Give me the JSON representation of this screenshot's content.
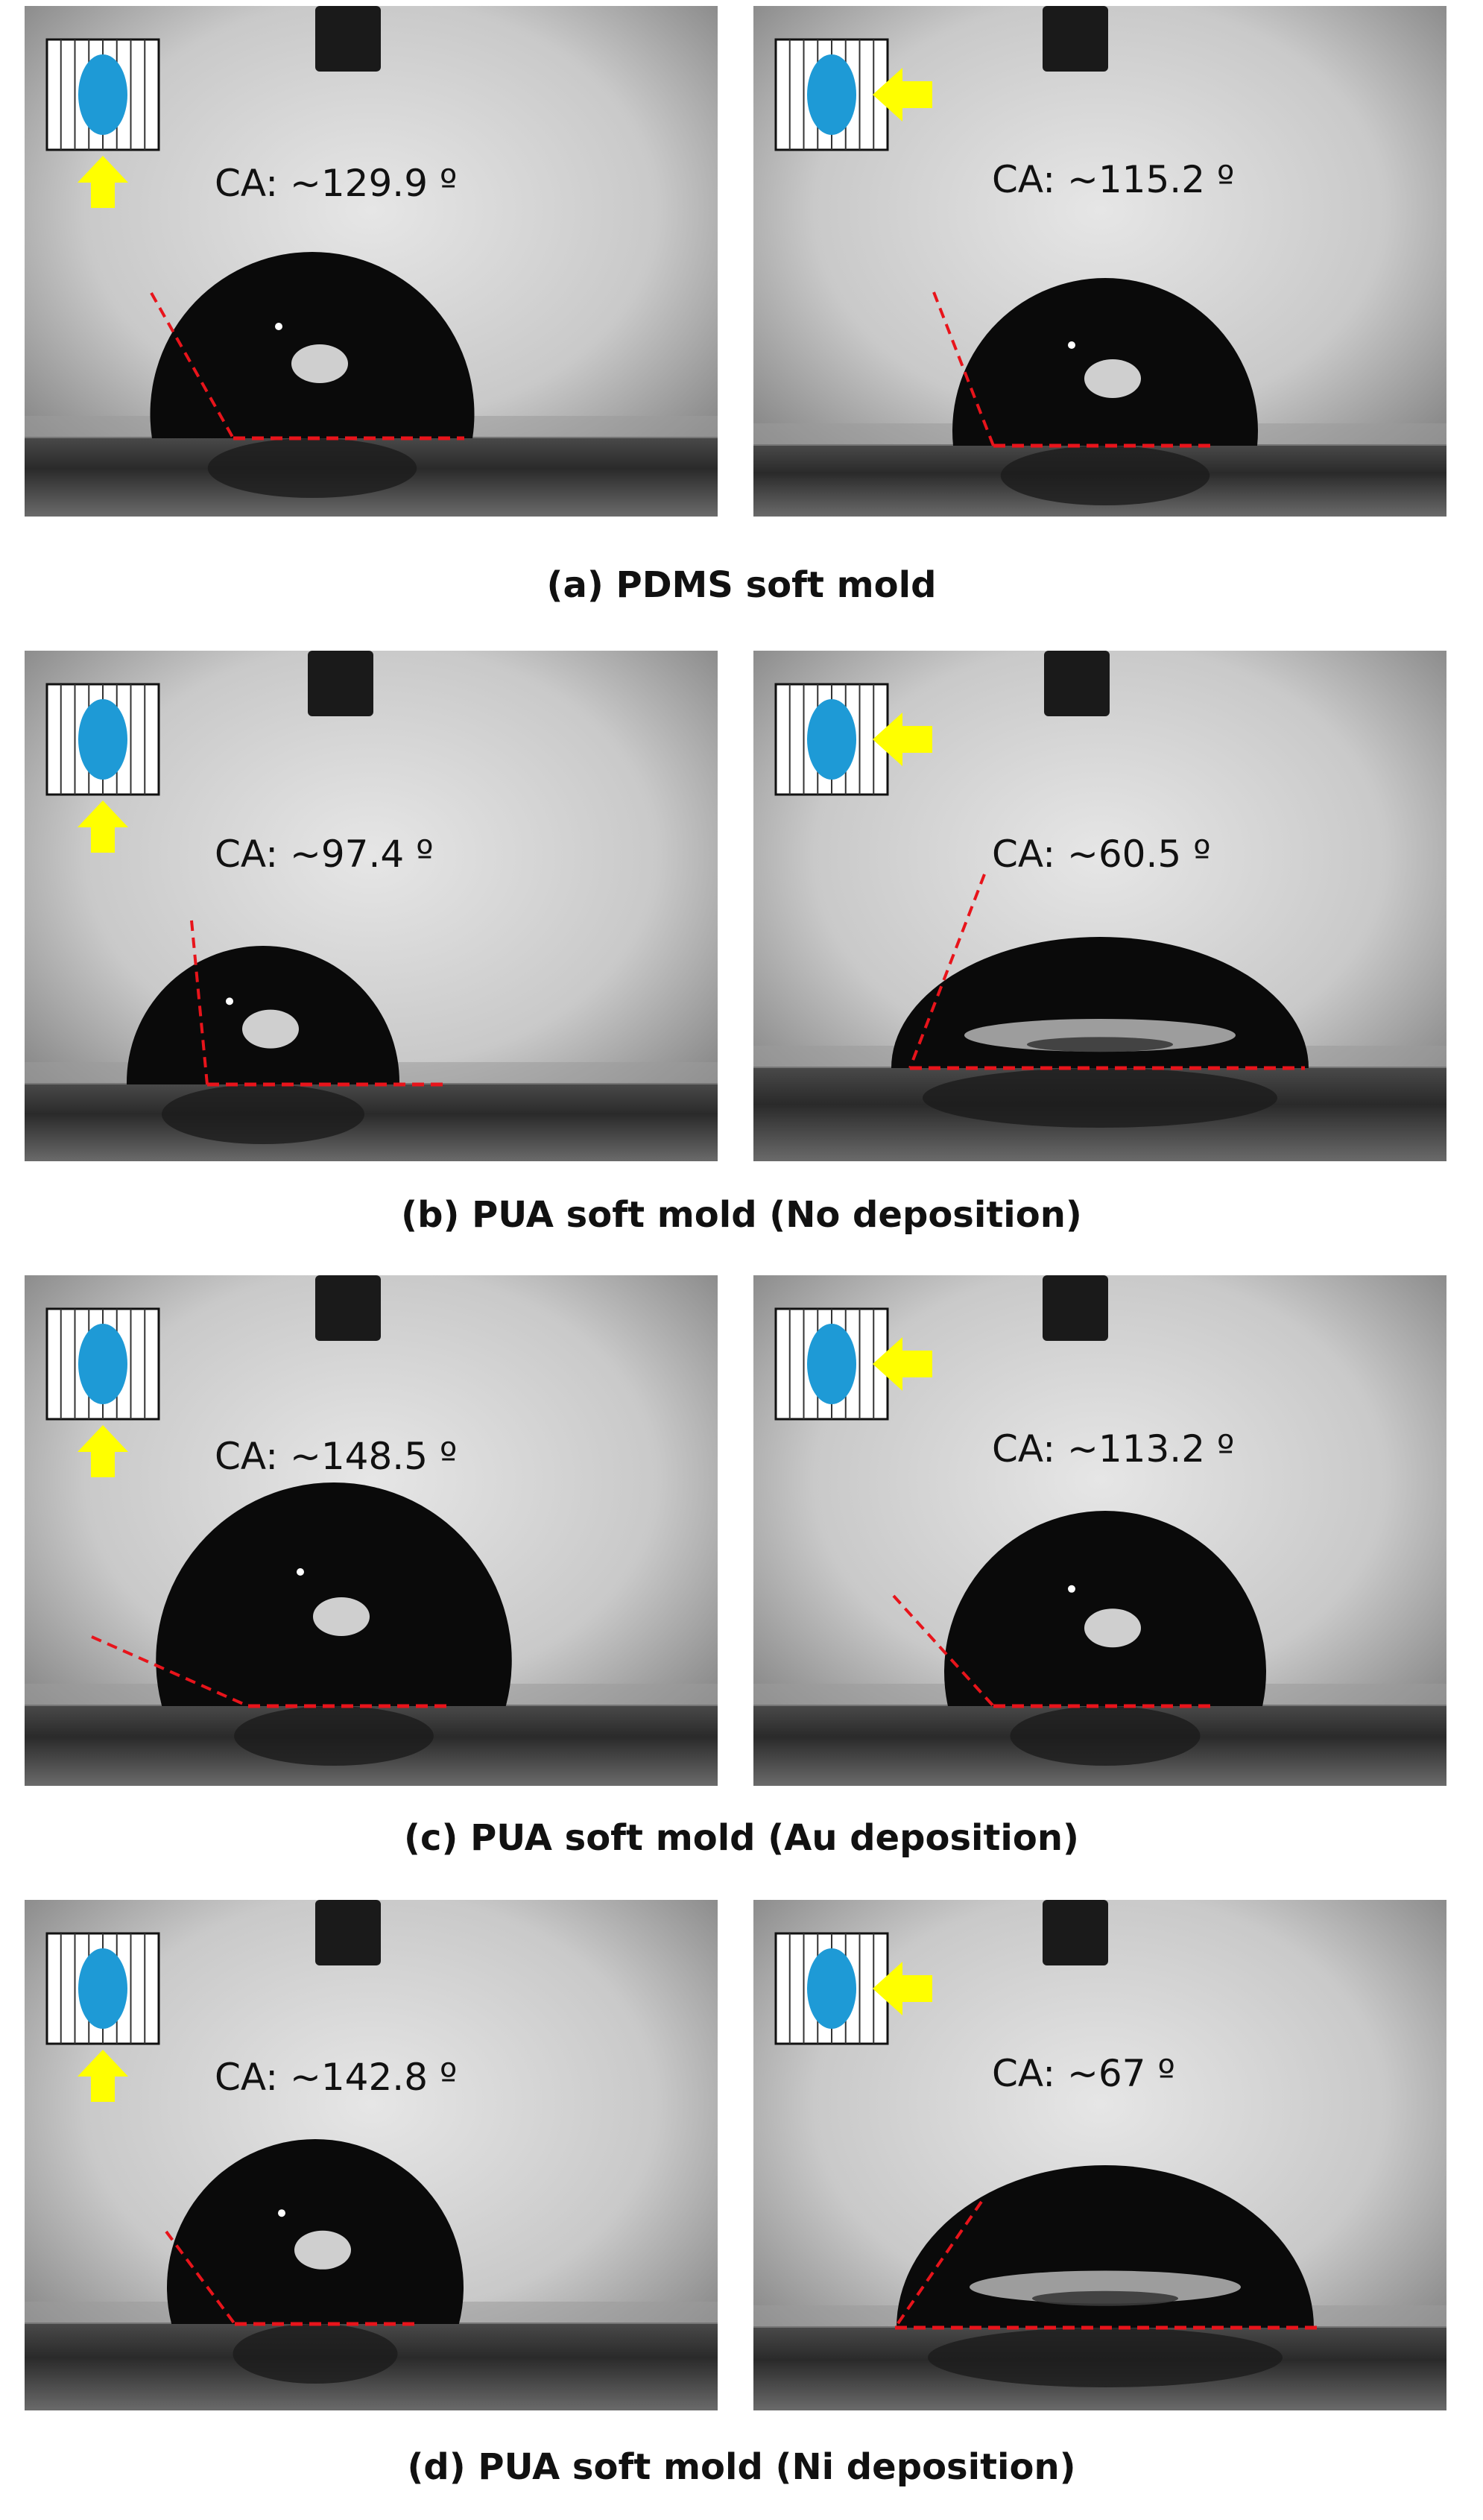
{
  "rows": [
    {
      "caption": "(a) PDMS soft mold",
      "panels": [
        {
          "ca_label": "CA: ~129.9 º",
          "view": "perpendicular-to-grooves",
          "contact_angle_deg": 129.9,
          "droplet": "tall"
        },
        {
          "ca_label": "CA: ~115.2 º",
          "view": "parallel-to-grooves",
          "contact_angle_deg": 115.2,
          "droplet": "tall"
        }
      ]
    },
    {
      "caption": "(b) PUA soft mold (No deposition)",
      "panels": [
        {
          "ca_label": "CA: ~97.4 º",
          "view": "perpendicular-to-grooves",
          "contact_angle_deg": 97.4,
          "droplet": "hemi"
        },
        {
          "ca_label": "CA: ~60.5 º",
          "view": "parallel-to-grooves",
          "contact_angle_deg": 60.5,
          "droplet": "flat"
        }
      ]
    },
    {
      "caption": "(c) PUA soft mold (Au deposition)",
      "panels": [
        {
          "ca_label": "CA: ~148.5 º",
          "view": "perpendicular-to-grooves",
          "contact_angle_deg": 148.5,
          "droplet": "tall"
        },
        {
          "ca_label": "CA: ~113.2 º",
          "view": "parallel-to-grooves",
          "contact_angle_deg": 113.2,
          "droplet": "tall"
        }
      ]
    },
    {
      "caption": "(d) PUA soft mold (Ni deposition)",
      "panels": [
        {
          "ca_label": "CA: ~142.8 º",
          "view": "perpendicular-to-grooves",
          "contact_angle_deg": 142.8,
          "droplet": "tall"
        },
        {
          "ca_label": "CA: ~67 º",
          "view": "parallel-to-grooves",
          "contact_angle_deg": 67,
          "droplet": "flat"
        }
      ]
    }
  ],
  "colors": {
    "droplet_blue": "#1e9ad6",
    "arrow_yellow": "#ffff00",
    "tangent_red": "#e8141b",
    "droplet_black": "#0a0a0a"
  }
}
